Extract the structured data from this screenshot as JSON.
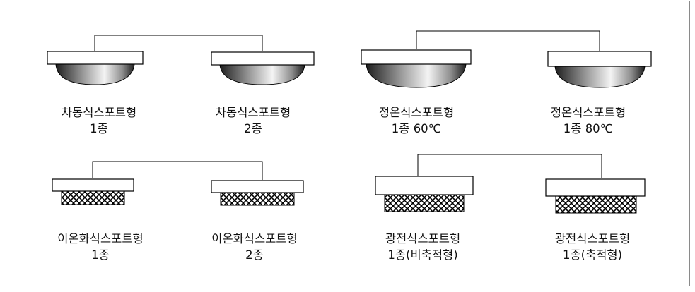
{
  "diagram": {
    "items": [
      {
        "line1": "차동식스포트형",
        "line2": "1종"
      },
      {
        "line1": "차동식스포트형",
        "line2": "2종"
      },
      {
        "line1": "정온식스포트형",
        "line2": "1종 60℃"
      },
      {
        "line1": "정온식스포트형",
        "line2": "1종 80℃"
      },
      {
        "line1": "이온화식스포트형",
        "line2": "1종"
      },
      {
        "line1": "이온화식스포트형",
        "line2": "2종"
      },
      {
        "line1": "광전식스포트형",
        "line2": "1종(비축적형)"
      },
      {
        "line1": "광전식스포트형",
        "line2": "1종(축적형)"
      }
    ],
    "colors": {
      "frame": "#8a8a8a",
      "stroke": "#000000",
      "dome_dark": "#222222",
      "dome_light": "#ffffff"
    }
  }
}
